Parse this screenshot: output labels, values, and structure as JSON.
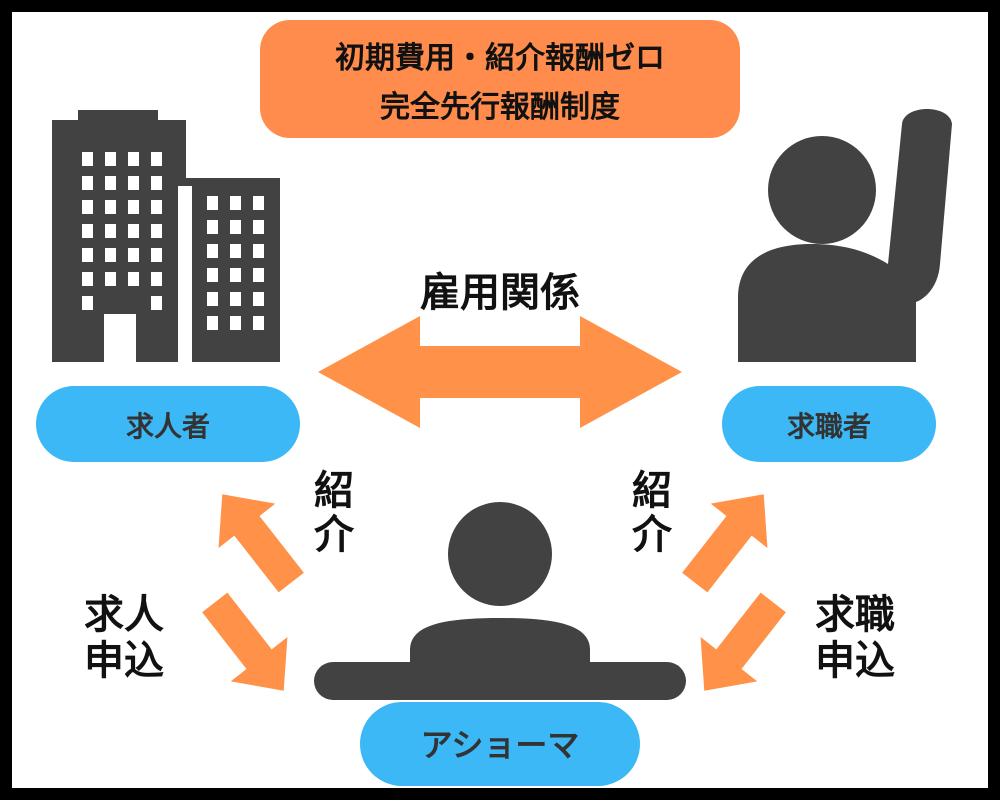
{
  "banner": {
    "line1": "初期費用・紹介報酬ゼロ",
    "line2": "完全先行報酬制度"
  },
  "center": {
    "relationship": "雇用関係"
  },
  "nodes": {
    "employer": {
      "label": "求人者",
      "icon": "office-buildings-icon"
    },
    "job_seeker": {
      "label": "求職者",
      "icon": "person-raising-hand-icon"
    },
    "agency": {
      "label": "アショーマ",
      "icon": "person-open-arms-icon"
    }
  },
  "flows": {
    "left_intro": "紹\n介",
    "left_apply": "求人\n申込",
    "right_intro": "紹\n介",
    "right_apply": "求職\n申込"
  },
  "colors": {
    "background": "#ffffff",
    "frame": "#000000",
    "banner": "#ff8c4c",
    "arrow": "#ff9248",
    "pill": "#3bb8f5",
    "icon": "#424242",
    "text": "#111111"
  }
}
